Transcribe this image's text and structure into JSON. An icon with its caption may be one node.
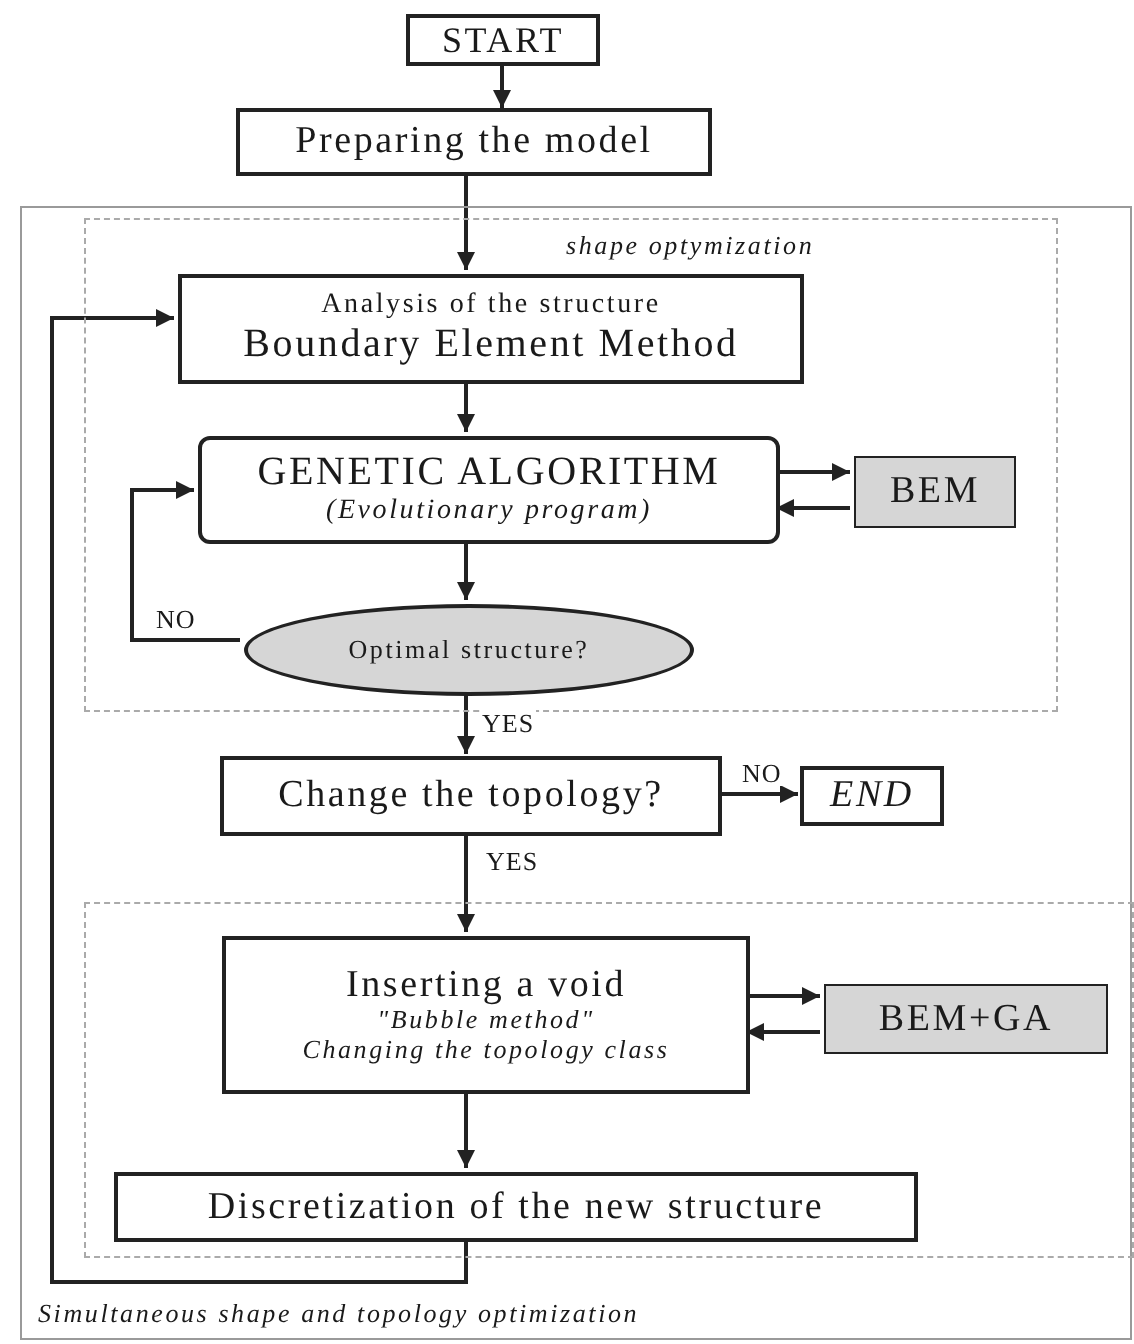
{
  "diagram": {
    "nodes": [
      {
        "text": [
          "START"
        ]
      },
      {
        "text": [
          "Preparing the model"
        ]
      },
      {
        "text": [
          "Simultaneous shape and topology optimization"
        ]
      },
      {
        "text": [
          "shape optymization"
        ],
        "in": 2
      },
      {
        "text": [
          "Analysis of the structure",
          "Boundary Element Method"
        ],
        "in": 3
      },
      {
        "text": [
          "GENETIC ALGORITHM",
          "(Evolutionary program)"
        ],
        "in": 3
      },
      {
        "text": [
          "BEM"
        ],
        "in": 3
      },
      {
        "text": [
          "Optimal structure?"
        ],
        "in": 3
      },
      {
        "text": [
          "Change the topology?"
        ],
        "in": 2
      },
      {
        "text": [
          "END"
        ],
        "in": 2
      },
      {
        "text": [],
        "shape": "box",
        "in": 2
      },
      {
        "text": [
          "Inserting a void",
          "\"Bubble method\"",
          "Changing the topology class"
        ],
        "in": 10
      },
      {
        "text": [
          "BEM+GA"
        ],
        "in": 10
      },
      {
        "text": [
          "Discretization of the new structure"
        ],
        "in": 10
      }
    ],
    "edges": [
      {
        "from": 0,
        "to": 1,
        "arrow": "to"
      },
      {
        "from": 1,
        "to": 4,
        "arrow": "to"
      },
      {
        "from": 4,
        "to": 5,
        "arrow": "to"
      },
      {
        "from": 5,
        "to": 6,
        "arrow": "to"
      },
      {
        "from": 6,
        "to": 5,
        "arrow": "to"
      },
      {
        "from": 5,
        "to": 7,
        "arrow": "to"
      },
      {
        "from": 7,
        "to": 5,
        "arrow": "to",
        "label": "NO"
      },
      {
        "from": 7,
        "to": 8,
        "arrow": "to",
        "label": "YES"
      },
      {
        "from": 8,
        "to": 9,
        "arrow": "to",
        "label": "NO"
      },
      {
        "from": 8,
        "to": 11,
        "arrow": "to",
        "label": "YES"
      },
      {
        "from": 11,
        "to": 12,
        "arrow": "to"
      },
      {
        "from": 12,
        "to": 11,
        "arrow": "to"
      },
      {
        "from": 11,
        "to": 13,
        "arrow": "to"
      },
      {
        "from": 13,
        "to": 4,
        "arrow": "to"
      }
    ]
  }
}
